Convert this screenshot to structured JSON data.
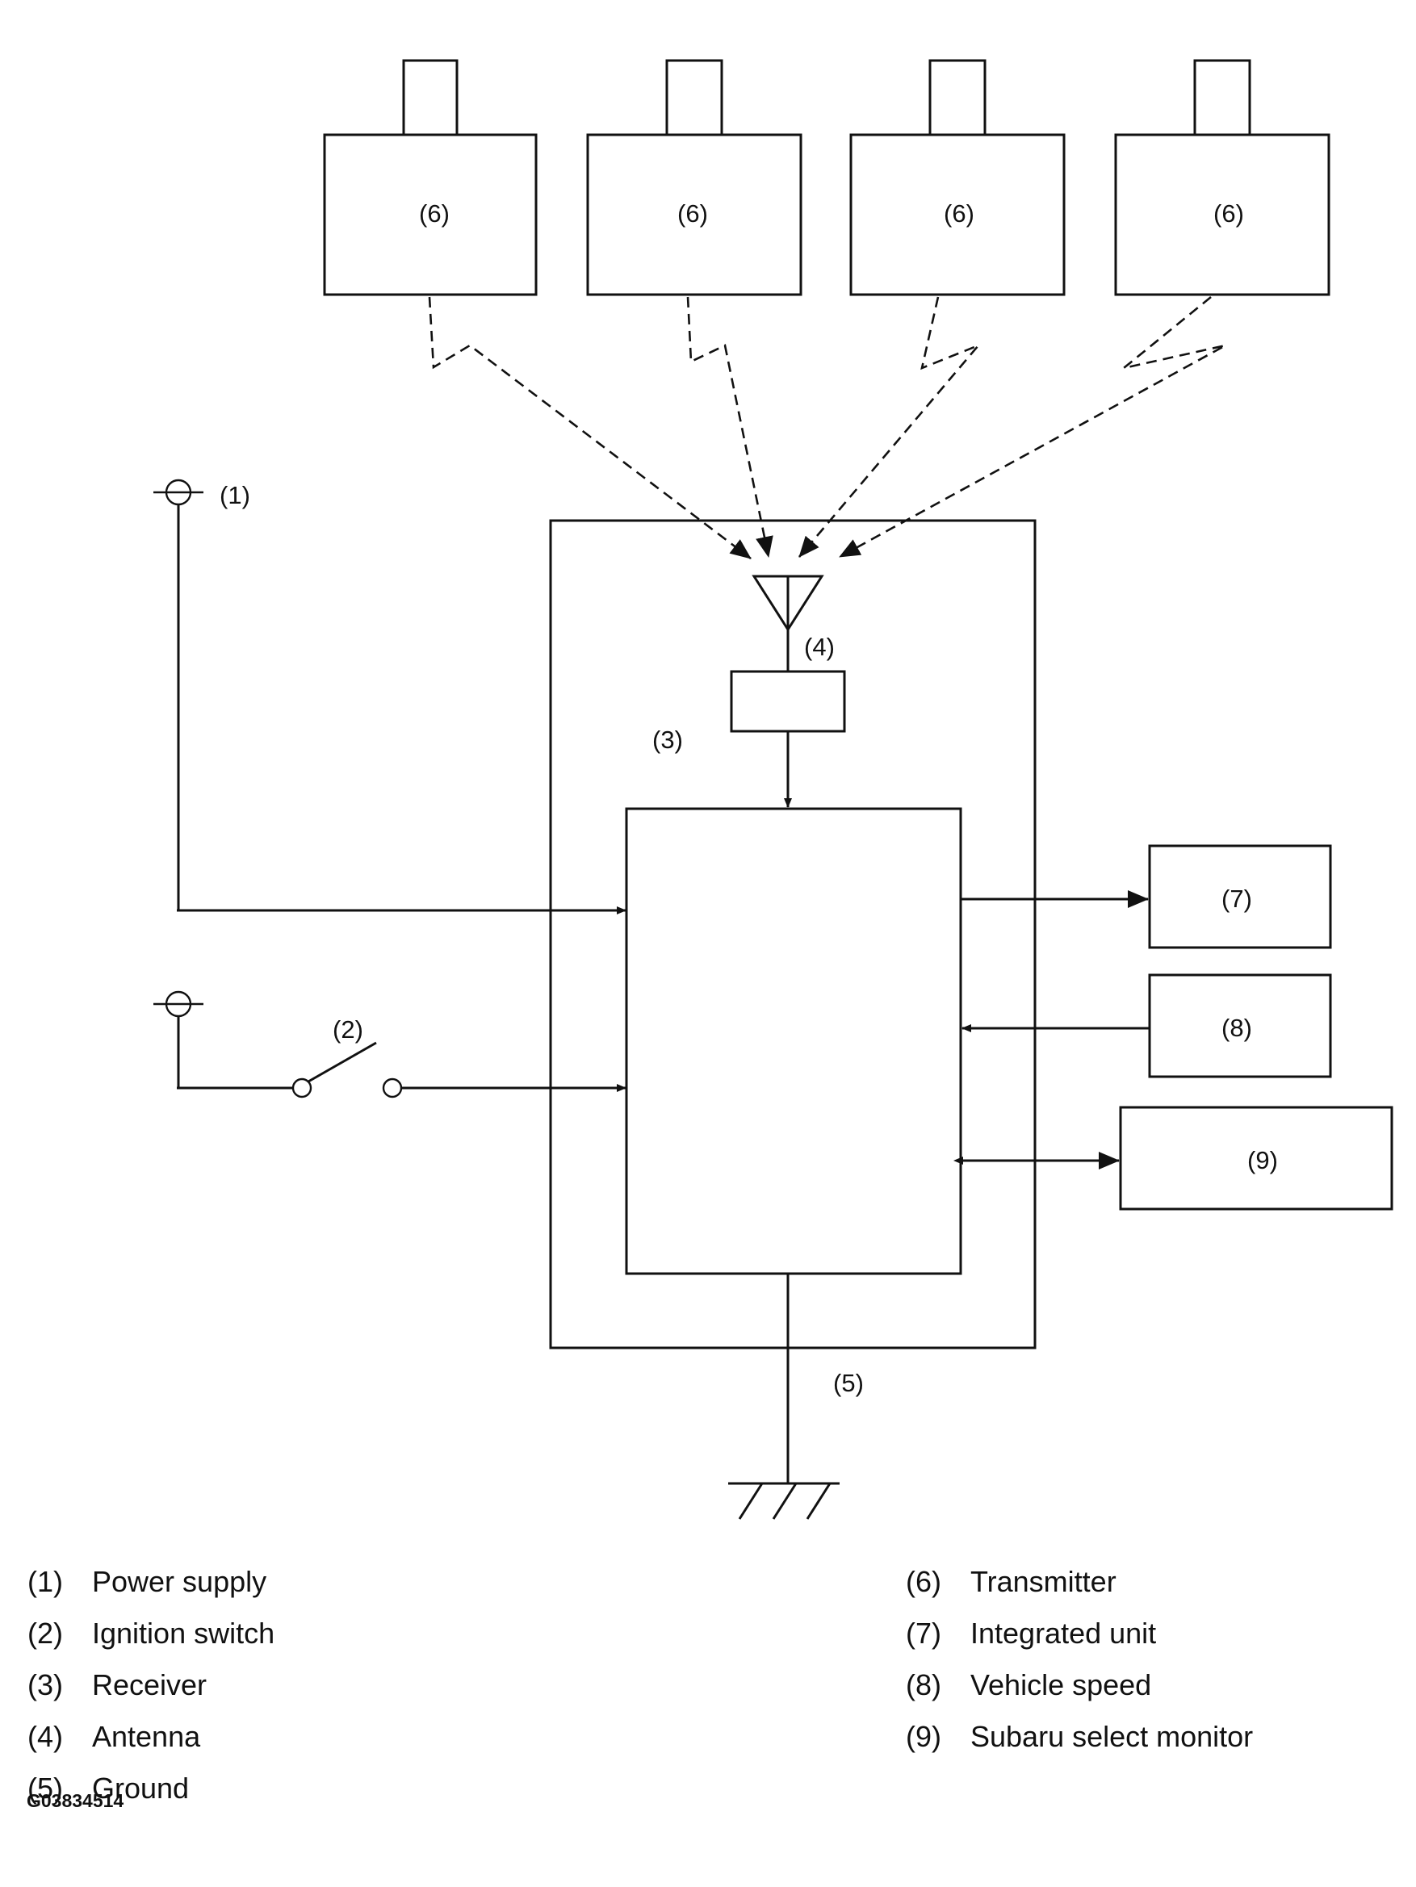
{
  "diagram": {
    "transmitters": [
      "(6)",
      "(6)",
      "(6)",
      "(6)"
    ],
    "labels": {
      "power_supply": "(1)",
      "ignition_switch": "(2)",
      "receiver": "(3)",
      "antenna": "(4)",
      "ground": "(5)",
      "integrated_unit": "(7)",
      "vehicle_speed": "(8)",
      "select_monitor": "(9)"
    }
  },
  "legend": {
    "left": [
      {
        "num": "(1)",
        "text": "Power supply"
      },
      {
        "num": "(2)",
        "text": "Ignition switch"
      },
      {
        "num": "(3)",
        "text": "Receiver"
      },
      {
        "num": "(4)",
        "text": "Antenna"
      },
      {
        "num": "(5)",
        "text": "Ground"
      }
    ],
    "right": [
      {
        "num": "(6)",
        "text": "Transmitter"
      },
      {
        "num": "(7)",
        "text": "Integrated unit"
      },
      {
        "num": "(8)",
        "text": "Vehicle speed"
      },
      {
        "num": "(9)",
        "text": "Subaru select monitor"
      }
    ]
  },
  "figure_id": "G03834514"
}
